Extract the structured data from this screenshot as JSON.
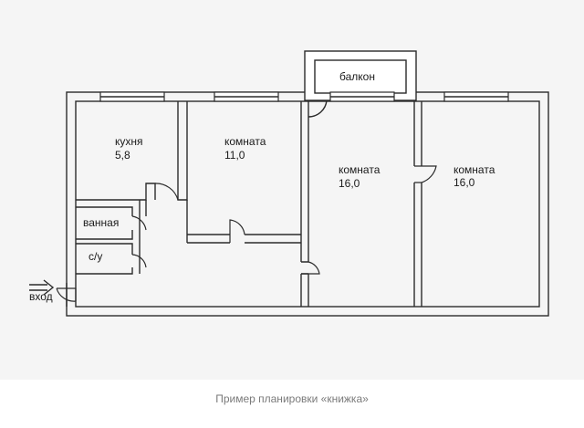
{
  "rooms": {
    "kitchen": {
      "name": "кухня",
      "area": "5,8"
    },
    "room1": {
      "name": "комната",
      "area": "11,0"
    },
    "room2": {
      "name": "комната",
      "area": "16,0"
    },
    "room3": {
      "name": "комната",
      "area": "16,0"
    },
    "balcony": {
      "name": "балкон"
    },
    "bathroom": {
      "name": "ванная"
    },
    "toilet": {
      "name": "с/у"
    },
    "entrance": {
      "name": "вход"
    }
  },
  "caption": "Пример планировки «книжка»"
}
